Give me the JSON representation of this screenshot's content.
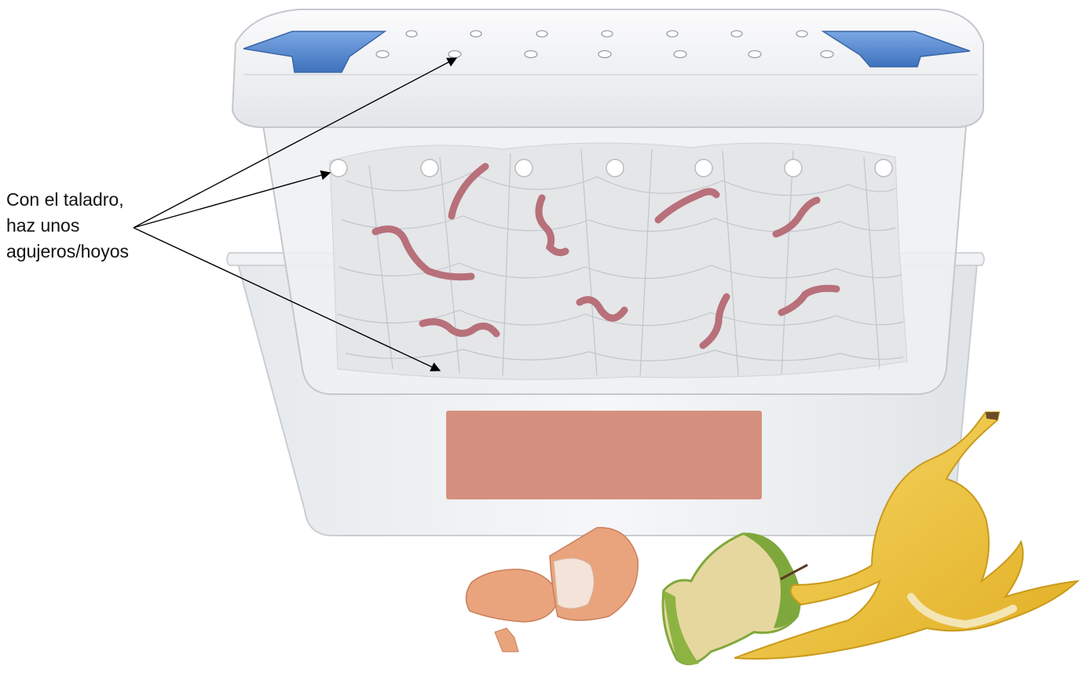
{
  "annotation": {
    "lines": [
      "Con el taladro,",
      "haz unos",
      "agujeros/hoyos"
    ]
  },
  "colors": {
    "lid_clip": "#5b8fd6",
    "bin": "#e9ecef",
    "bedding": "#d8dbde",
    "worm": "#b8707a",
    "label": "#d5907f",
    "eggshell": "#e9a47e",
    "apple_skin": "#7fa83c",
    "banana": "#f2c53d"
  },
  "icons": {
    "lid": "plastic-lid",
    "bin": "plastic-bin",
    "bedding": "shredded-paper-bedding",
    "worms": "earthworm",
    "eggshell": "eggshell",
    "apple": "apple-core",
    "banana": "banana-peel"
  }
}
